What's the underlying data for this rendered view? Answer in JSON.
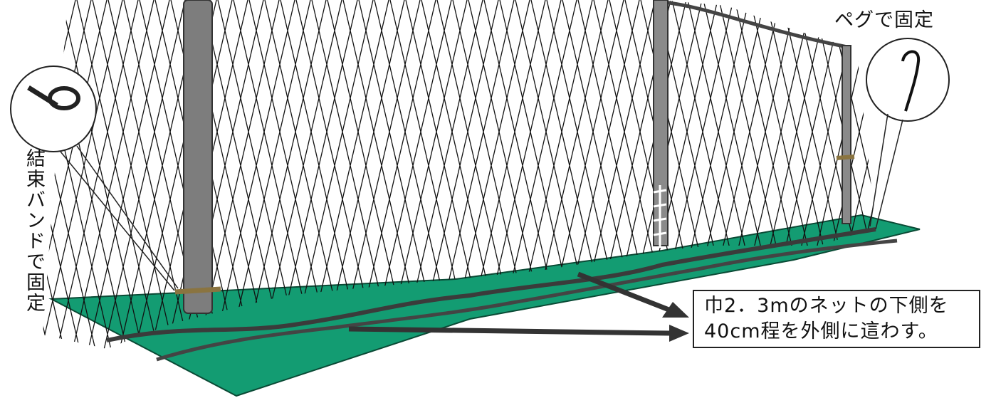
{
  "labels": {
    "peg": "ペグで固定",
    "band": "結束バンドで固定"
  },
  "note": {
    "lines": [
      "巾2．3mのネットの下側を",
      "40cm程を外側に這わす。"
    ]
  },
  "colors": {
    "ground": "#139c72",
    "pole": "#7d7d7d",
    "net": "#111111",
    "accent_tie": "#8a7440"
  },
  "icons": [
    "cable-tie-icon",
    "peg-icon"
  ]
}
